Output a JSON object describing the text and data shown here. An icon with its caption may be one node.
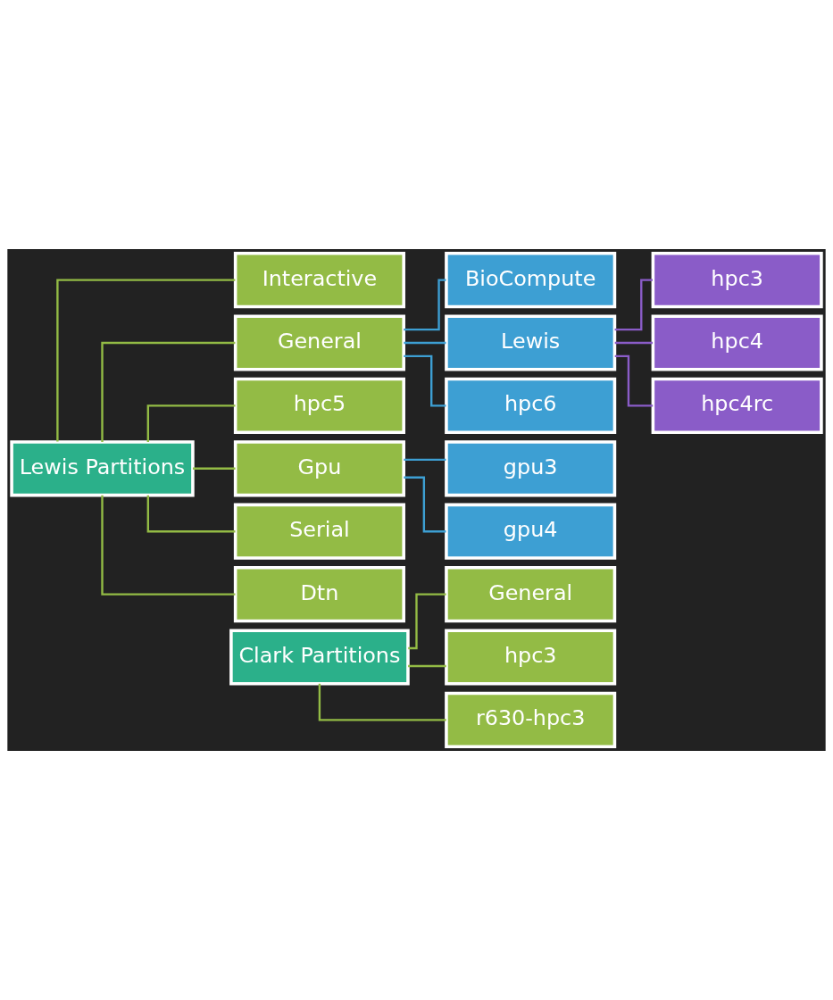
{
  "diagram": {
    "nodes": [
      {
        "text": [
          "Lewis Partitions"
        ]
      },
      {
        "text": [
          "Interactive"
        ]
      },
      {
        "text": [
          "General"
        ]
      },
      {
        "text": [
          "hpc5"
        ]
      },
      {
        "text": [
          "Gpu"
        ]
      },
      {
        "text": [
          "Serial"
        ]
      },
      {
        "text": [
          "Dtn"
        ]
      },
      {
        "text": [
          "BioCompute"
        ]
      },
      {
        "text": [
          "Lewis"
        ]
      },
      {
        "text": [
          "hpc6"
        ]
      },
      {
        "text": [
          "gpu3"
        ]
      },
      {
        "text": [
          "gpu4"
        ]
      },
      {
        "text": [
          "hpc3"
        ]
      },
      {
        "text": [
          "hpc4"
        ]
      },
      {
        "text": [
          "hpc4rc"
        ]
      },
      {
        "text": [
          "Clark Partitions"
        ]
      },
      {
        "text": [
          "General"
        ]
      },
      {
        "text": [
          "hpc3"
        ]
      },
      {
        "text": [
          "r630-hpc3"
        ]
      }
    ],
    "edges": [
      {
        "from": 0,
        "to": 1,
        "arrow": "none"
      },
      {
        "from": 0,
        "to": 2,
        "arrow": "none"
      },
      {
        "from": 0,
        "to": 3,
        "arrow": "none"
      },
      {
        "from": 0,
        "to": 4,
        "arrow": "none"
      },
      {
        "from": 0,
        "to": 5,
        "arrow": "none"
      },
      {
        "from": 0,
        "to": 6,
        "arrow": "none"
      },
      {
        "from": 2,
        "to": 7,
        "arrow": "none",
        "color": "#3d9fd3"
      },
      {
        "from": 2,
        "to": 8,
        "arrow": "none",
        "color": "#3d9fd3"
      },
      {
        "from": 2,
        "to": 9,
        "arrow": "none",
        "color": "#3d9fd3"
      },
      {
        "from": 4,
        "to": 10,
        "arrow": "none",
        "color": "#3d9fd3"
      },
      {
        "from": 4,
        "to": 11,
        "arrow": "none",
        "color": "#3d9fd3"
      },
      {
        "from": 8,
        "to": 12,
        "arrow": "none",
        "color": "#8a5cc8"
      },
      {
        "from": 8,
        "to": 13,
        "arrow": "none",
        "color": "#8a5cc8"
      },
      {
        "from": 8,
        "to": 14,
        "arrow": "none",
        "color": "#8a5cc8"
      },
      {
        "from": 15,
        "to": 16,
        "arrow": "none"
      },
      {
        "from": 15,
        "to": 17,
        "arrow": "none"
      },
      {
        "from": 15,
        "to": 18,
        "arrow": "none"
      }
    ]
  }
}
